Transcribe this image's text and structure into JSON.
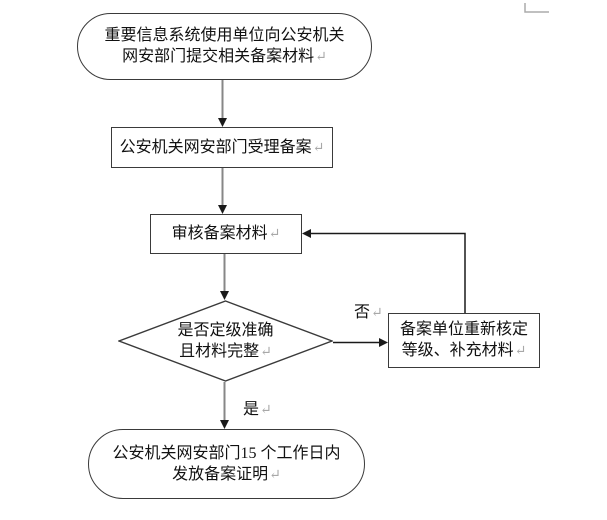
{
  "colors": {
    "background": "#ffffff",
    "shape_border": "#3a3a3a",
    "shape_fill": "#ffffff",
    "text": "#111111",
    "connector_gray": "#878787",
    "connector_black": "#1a1a1a",
    "pilcrow": "#a8a8a8",
    "margin_mark": "#ababab"
  },
  "flowchart": {
    "pilcrow_char": "↵",
    "nodes": [
      {
        "id": "start",
        "type": "terminator",
        "lines": [
          "重要信息系统使用单位向公安机关",
          "网安部门提交相关备案材料"
        ]
      },
      {
        "id": "accept",
        "type": "process",
        "lines": [
          "公安机关网安部门受理备案"
        ]
      },
      {
        "id": "review",
        "type": "process",
        "lines": [
          "审核备案材料"
        ]
      },
      {
        "id": "decision",
        "type": "decision",
        "lines": [
          "是否定级准确",
          "且材料完整"
        ]
      },
      {
        "id": "redo",
        "type": "process",
        "lines": [
          "备案单位重新核定",
          "等级、补充材料"
        ]
      },
      {
        "id": "end",
        "type": "terminator",
        "lines": [
          "公安机关网安部门15 个工作日内",
          "发放备案证明"
        ]
      }
    ],
    "labels": {
      "no": "否",
      "yes": "是"
    }
  }
}
